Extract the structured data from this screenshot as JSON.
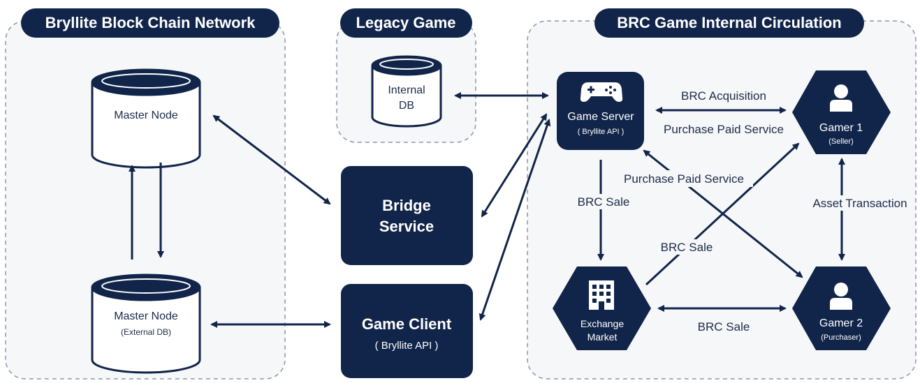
{
  "groups": {
    "blockchain": {
      "title": "Bryllite Block Chain Network"
    },
    "legacy": {
      "title": "Legacy Game"
    },
    "circulation": {
      "title": "BRC Game Internal Circulation"
    }
  },
  "nodes": {
    "master_node_top": {
      "title": "Master Node"
    },
    "master_node_bottom": {
      "title": "Master Node",
      "subtitle": "(External DB)"
    },
    "internal_db": {
      "line1": "Internal",
      "line2": "DB"
    },
    "bridge_service": {
      "line1": "Bridge",
      "line2": "Service"
    },
    "game_client": {
      "title": "Game Client",
      "subtitle": "( Bryllite API )"
    },
    "game_server": {
      "title": "Game Server",
      "subtitle": "( Bryllite API )"
    },
    "gamer1": {
      "title": "Gamer 1",
      "subtitle": "(Seller)"
    },
    "gamer2": {
      "title": "Gamer 2",
      "subtitle": "(Purchaser)"
    },
    "exchange": {
      "line1": "Exchange",
      "line2": "Market"
    }
  },
  "edge_labels": {
    "brc_acquisition": "BRC Acquisition",
    "purchase_paid_service_1": "Purchase Paid Service",
    "purchase_paid_service_2": "Purchase Paid Service",
    "brc_sale_server": "BRC Sale",
    "brc_sale_cross": "BRC Sale",
    "brc_sale_bottom": "BRC Sale",
    "asset_transaction": "Asset Transaction"
  },
  "icons": {
    "game_server": "gamepad-icon",
    "gamer1": "person-icon",
    "gamer2": "person-icon",
    "exchange": "building-icon"
  },
  "colors": {
    "navy": "#11244a",
    "panel_bg": "#f6f7f9",
    "panel_border": "#8b96aa"
  }
}
